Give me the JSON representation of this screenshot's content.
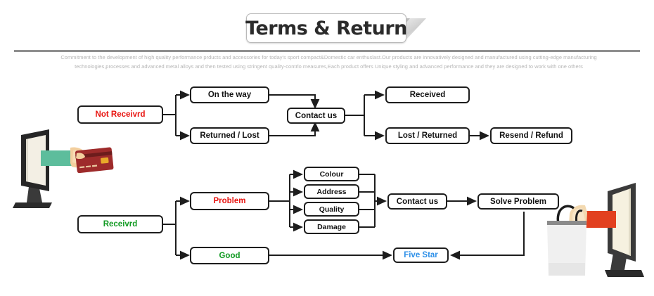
{
  "header": {
    "title": "Terms & Return",
    "ribbon_tail_icon": "ribbon-fold-icon",
    "divider_color": "#8f8f8f"
  },
  "intro": {
    "line1": "Commitment to the development of high quality performance prducts and accessories for today's sport compact&Domestic car enthuslast.Our products are innovatively designed and manufactured using cutting-edge manufacturing",
    "line2": "technologies,processes and advanced metal alloys and then tested using stringent quality-contrlo measures,Each  product offers Unique styling and advanced performance and they are designed to work with one others",
    "color": "#b6b6b6"
  },
  "colors": {
    "red": "#e8130f",
    "green": "#119a22",
    "blue": "#2f90e8",
    "line": "#1d1d1d",
    "box_border": "#1d1d1d"
  },
  "flow": {
    "top": {
      "not_received": "Not Receivrd",
      "on_the_way": "On the way",
      "returned_lost": "Returned / Lost",
      "contact_us": "Contact us",
      "received": "Received",
      "lost_returned": "Lost / Returned",
      "resend_refund": "Resend / Refund"
    },
    "bottom": {
      "received": "Receivrd",
      "problem": "Problem",
      "good": "Good",
      "colour": "Colour",
      "address": "Address",
      "quality": "Quality",
      "damage": "Damage",
      "contact_us": "Contact us",
      "solve_problem": "Solve Problem",
      "five_star": "Five Star"
    }
  },
  "illustrations": {
    "left": {
      "name": "monitor-hand-credit-card",
      "sleeve_color": "#5dbd9c",
      "card_color": "#9e2b2b",
      "skin_color": "#f3cf9e",
      "monitor_color": "#2f2f2f"
    },
    "right": {
      "name": "monitor-hand-shopping-bag",
      "sleeve_color": "#e2401f",
      "bag_color": "#f0f0f0",
      "skin_color": "#f3d9b0",
      "monitor_color": "#3a3a3a"
    }
  }
}
